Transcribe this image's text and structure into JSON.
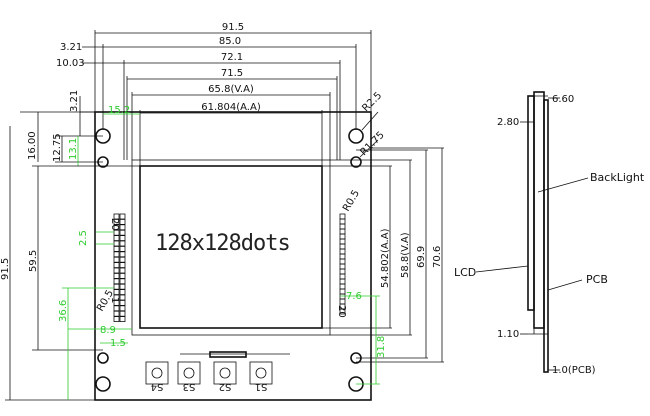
{
  "top_dims": [
    "91.5",
    "85.0",
    "72.1",
    "71.5",
    "65.8(V.A)",
    "61.804(A.A)"
  ],
  "left_offsets": [
    "3.21",
    "10.03"
  ],
  "hole_dims": [
    "3.21",
    "16.00",
    "12.75",
    "13.1",
    "15.2"
  ],
  "radii": [
    "R2.5",
    "R1.75",
    "R0.5",
    "R0.5"
  ],
  "screen_text": "128x128dots",
  "left_dims": [
    "91.5",
    "59.5",
    "2.5",
    "36.6",
    "8.9",
    "1.5"
  ],
  "right_dims": [
    "54.802(A.A)",
    "58.8(V.A)",
    "69.9",
    "70.6",
    "7.6",
    "31.8"
  ],
  "pin_labels": [
    "20",
    "1"
  ],
  "button_labels": [
    "S4",
    "S3",
    "S2",
    "S1"
  ],
  "side_dims": [
    "6.60",
    "2.80",
    "1.10",
    "1.0(PCB)"
  ],
  "side_labels": [
    "BackLight",
    "LCD",
    "PCB"
  ],
  "colors": {
    "line": "#111111",
    "green_dim": "#2ecc2e"
  }
}
